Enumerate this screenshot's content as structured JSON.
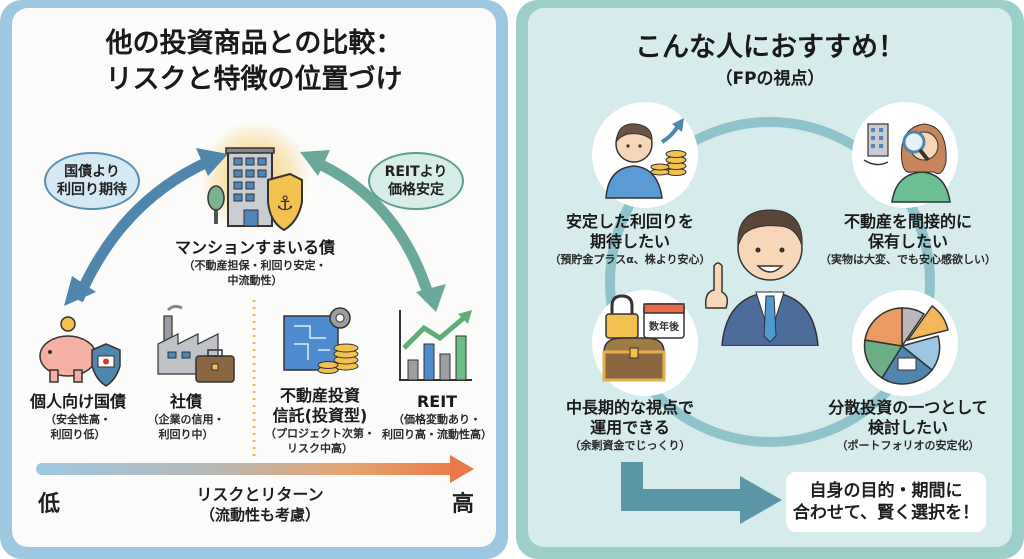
{
  "left_panel": {
    "title_line1": "他の投資商品との比較：",
    "title_line2": "リスクと特徴の位置づけ",
    "bubble_left": {
      "line1": "国債より",
      "line2": "利回り期待"
    },
    "bubble_right": {
      "line1": "REITより",
      "line2": "価格安定"
    },
    "center_product": {
      "name": "マンションすまいる債",
      "detail_line1": "（不動産担保・利回り安定・",
      "detail_line2": "中流動性）",
      "icon": "building-shield-anchor-icon"
    },
    "products": [
      {
        "name": "個人向け国債",
        "detail_line1": "（安全性高・",
        "detail_line2": "利回り低）",
        "icon": "piggy-bank-shield-icon"
      },
      {
        "name": "社債",
        "detail_line1": "（企業の信用・",
        "detail_line2": "利回り中）",
        "icon": "factory-briefcase-icon"
      },
      {
        "name_line1": "不動産投資",
        "name_line2": "信託(投資型)",
        "detail_line1": "（プロジェクト次第・",
        "detail_line2": "リスク中高）",
        "icon": "blueprint-gear-coins-icon"
      },
      {
        "name": "REIT",
        "detail_line1": "（価格変動あり・",
        "detail_line2": "利回り高・流動性高）",
        "icon": "bar-chart-up-arrow-icon"
      }
    ],
    "risk_axis": {
      "low_label": "低",
      "high_label": "高",
      "label_line1": "リスクとリターン",
      "label_line2": "（流動性も考慮）"
    }
  },
  "right_panel": {
    "title": "こんな人におすすめ！",
    "subtitle": "（FPの視点）",
    "center_figure": "businessman-pointing-icon",
    "personas": [
      {
        "main_line1": "安定した利回りを",
        "main_line2": "期待したい",
        "sub": "（預貯金プラスα、株より安心）",
        "icon": "man-coins-arrow-icon"
      },
      {
        "main_line1": "不動産を間接的に",
        "main_line2": "保有したい",
        "sub": "（実物は大変、でも安心感欲しい）",
        "icon": "woman-magnifier-building-icon"
      },
      {
        "main_line1": "中長期的な視点で",
        "main_line2": "運用できる",
        "sub": "（余剰資金でじっくり）",
        "icon": "lock-calendar-chest-icon",
        "calendar_label": "数年後"
      },
      {
        "main_line1": "分散投資の一つとして",
        "main_line2": "検討したい",
        "sub": "（ポートフォリオの安定化）",
        "icon": "pie-chart-icon"
      }
    ],
    "conclusion": {
      "line1": "自身の目的・期間に",
      "line2": "合わせて、賢く選択を！"
    }
  },
  "colors": {
    "left_border": "#9ec8e2",
    "right_border": "#9ccfca",
    "left_arrow": "#4f86ad",
    "right_arrow": "#6aa99a",
    "risk_low": "#9ec8e2",
    "risk_high": "#e9784a",
    "flow_arrow": "#5b95a8"
  }
}
